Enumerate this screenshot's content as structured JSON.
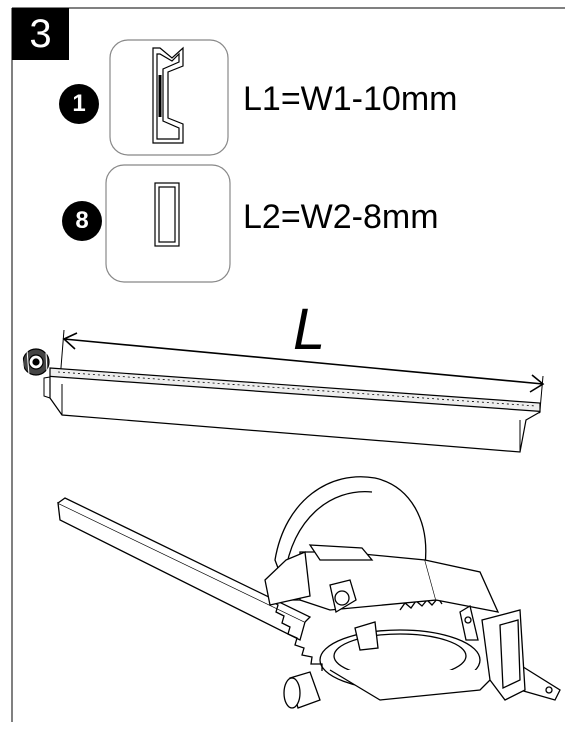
{
  "step": {
    "number": "3"
  },
  "parts": [
    {
      "number": "1",
      "formula": "L1=W1-10mm",
      "profile": "c-channel-profile"
    },
    {
      "number": "8",
      "formula": "L2=W2-8mm",
      "profile": "rectangular-tube-profile"
    }
  ],
  "dimension": {
    "label": "L"
  },
  "icons": [
    "c-channel-profile-icon",
    "rectangular-tube-profile-icon",
    "cap-end-icon",
    "miter-saw-icon"
  ],
  "colors": {
    "ink": "#000000",
    "paper": "#ffffff",
    "panel_border": "#888888"
  }
}
